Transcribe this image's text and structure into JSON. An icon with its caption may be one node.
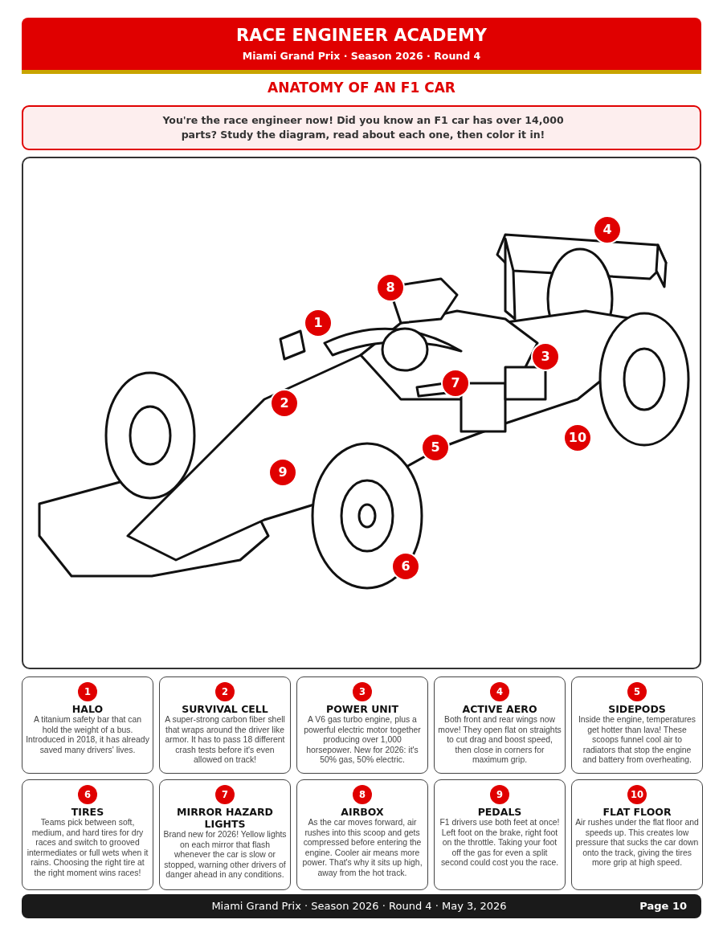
{
  "diagram": {
    "title": "RACE ENGINEER ACADEMY",
    "nodes": [
      {
        "text": [
          "You're the race engineer now! Did you know an F1 car has over 14,000 parts? Study the diagram, read about each one, then color it in!"
        ]
      },
      {
        "text": [],
        "shape": "picture"
      },
      {
        "text": [
          "1",
          "HALO",
          "A titanium safety bar that can hold the weight of a bus. Introduced in 2018, it has already saved many drivers' lives."
        ]
      },
      {
        "text": [
          "2",
          "SURVIVAL CELL",
          "A super-strong carbon fiber shell that wraps around the driver like armor. It has to pass 18 different crash tests before it's even allowed on track!"
        ]
      },
      {
        "text": [
          "3",
          "POWER UNIT",
          "A V6 gas turbo engine, plus a powerful electric motor together producing over 1,000 horsepower. New for 2026: it's 50% gas, 50% electric."
        ]
      },
      {
        "text": [
          "4",
          "ACTIVE AERO",
          "Both front and rear wings now move! They open flat on straights to cut drag and boost speed, then close in corners for maximum grip."
        ]
      },
      {
        "text": [
          "5",
          "SIDEPODS",
          "Inside the engine, temperatures get hotter than lava! These scoops funnel cool air to radiators that stop the engine and battery from overheating."
        ]
      },
      {
        "text": [
          "6",
          "TIRES",
          "Teams pick between soft, medium, and hard tires for dry races and switch to grooved intermediates or full wets when it rains. Choosing the right tire at the right moment wins races!"
        ]
      },
      {
        "text": [
          "7",
          "MIRROR HAZARD LIGHTS",
          "Brand new for 2026! Yellow lights on each mirror that flash whenever the car is slow or stopped, warning other drivers of danger ahead in any conditions."
        ]
      },
      {
        "text": [
          "8",
          "AIRBOX",
          "As the car moves forward, air rushes into this scoop and gets compressed before entering the engine. Cooler air means more power. That's why it sits up high, away from the hot track."
        ]
      },
      {
        "text": [
          "9",
          "PEDALS",
          "F1 drivers use both feet at once! Left foot on the brake, right foot on the throttle. Taking your foot off the gas for even a split second could cost you the race."
        ]
      },
      {
        "text": [
          "10",
          "FLAT FLOOR",
          "Air rushes under the flat floor and speeds up. This creates low pressure that sucks the car down onto the track, giving the tires more grip at high speed."
        ]
      }
    ],
    "labels": [
      "Miami Grand Prix · Season 2026 · Round 4",
      "ANATOMY OF AN F1 CAR",
      "4",
      "8",
      "1",
      "3",
      "7",
      "2",
      "10",
      "5",
      "9",
      "6",
      "Miami Grand Prix · Season 2026 · Round 4 · May 3, 2026",
      "Page 10"
    ]
  }
}
